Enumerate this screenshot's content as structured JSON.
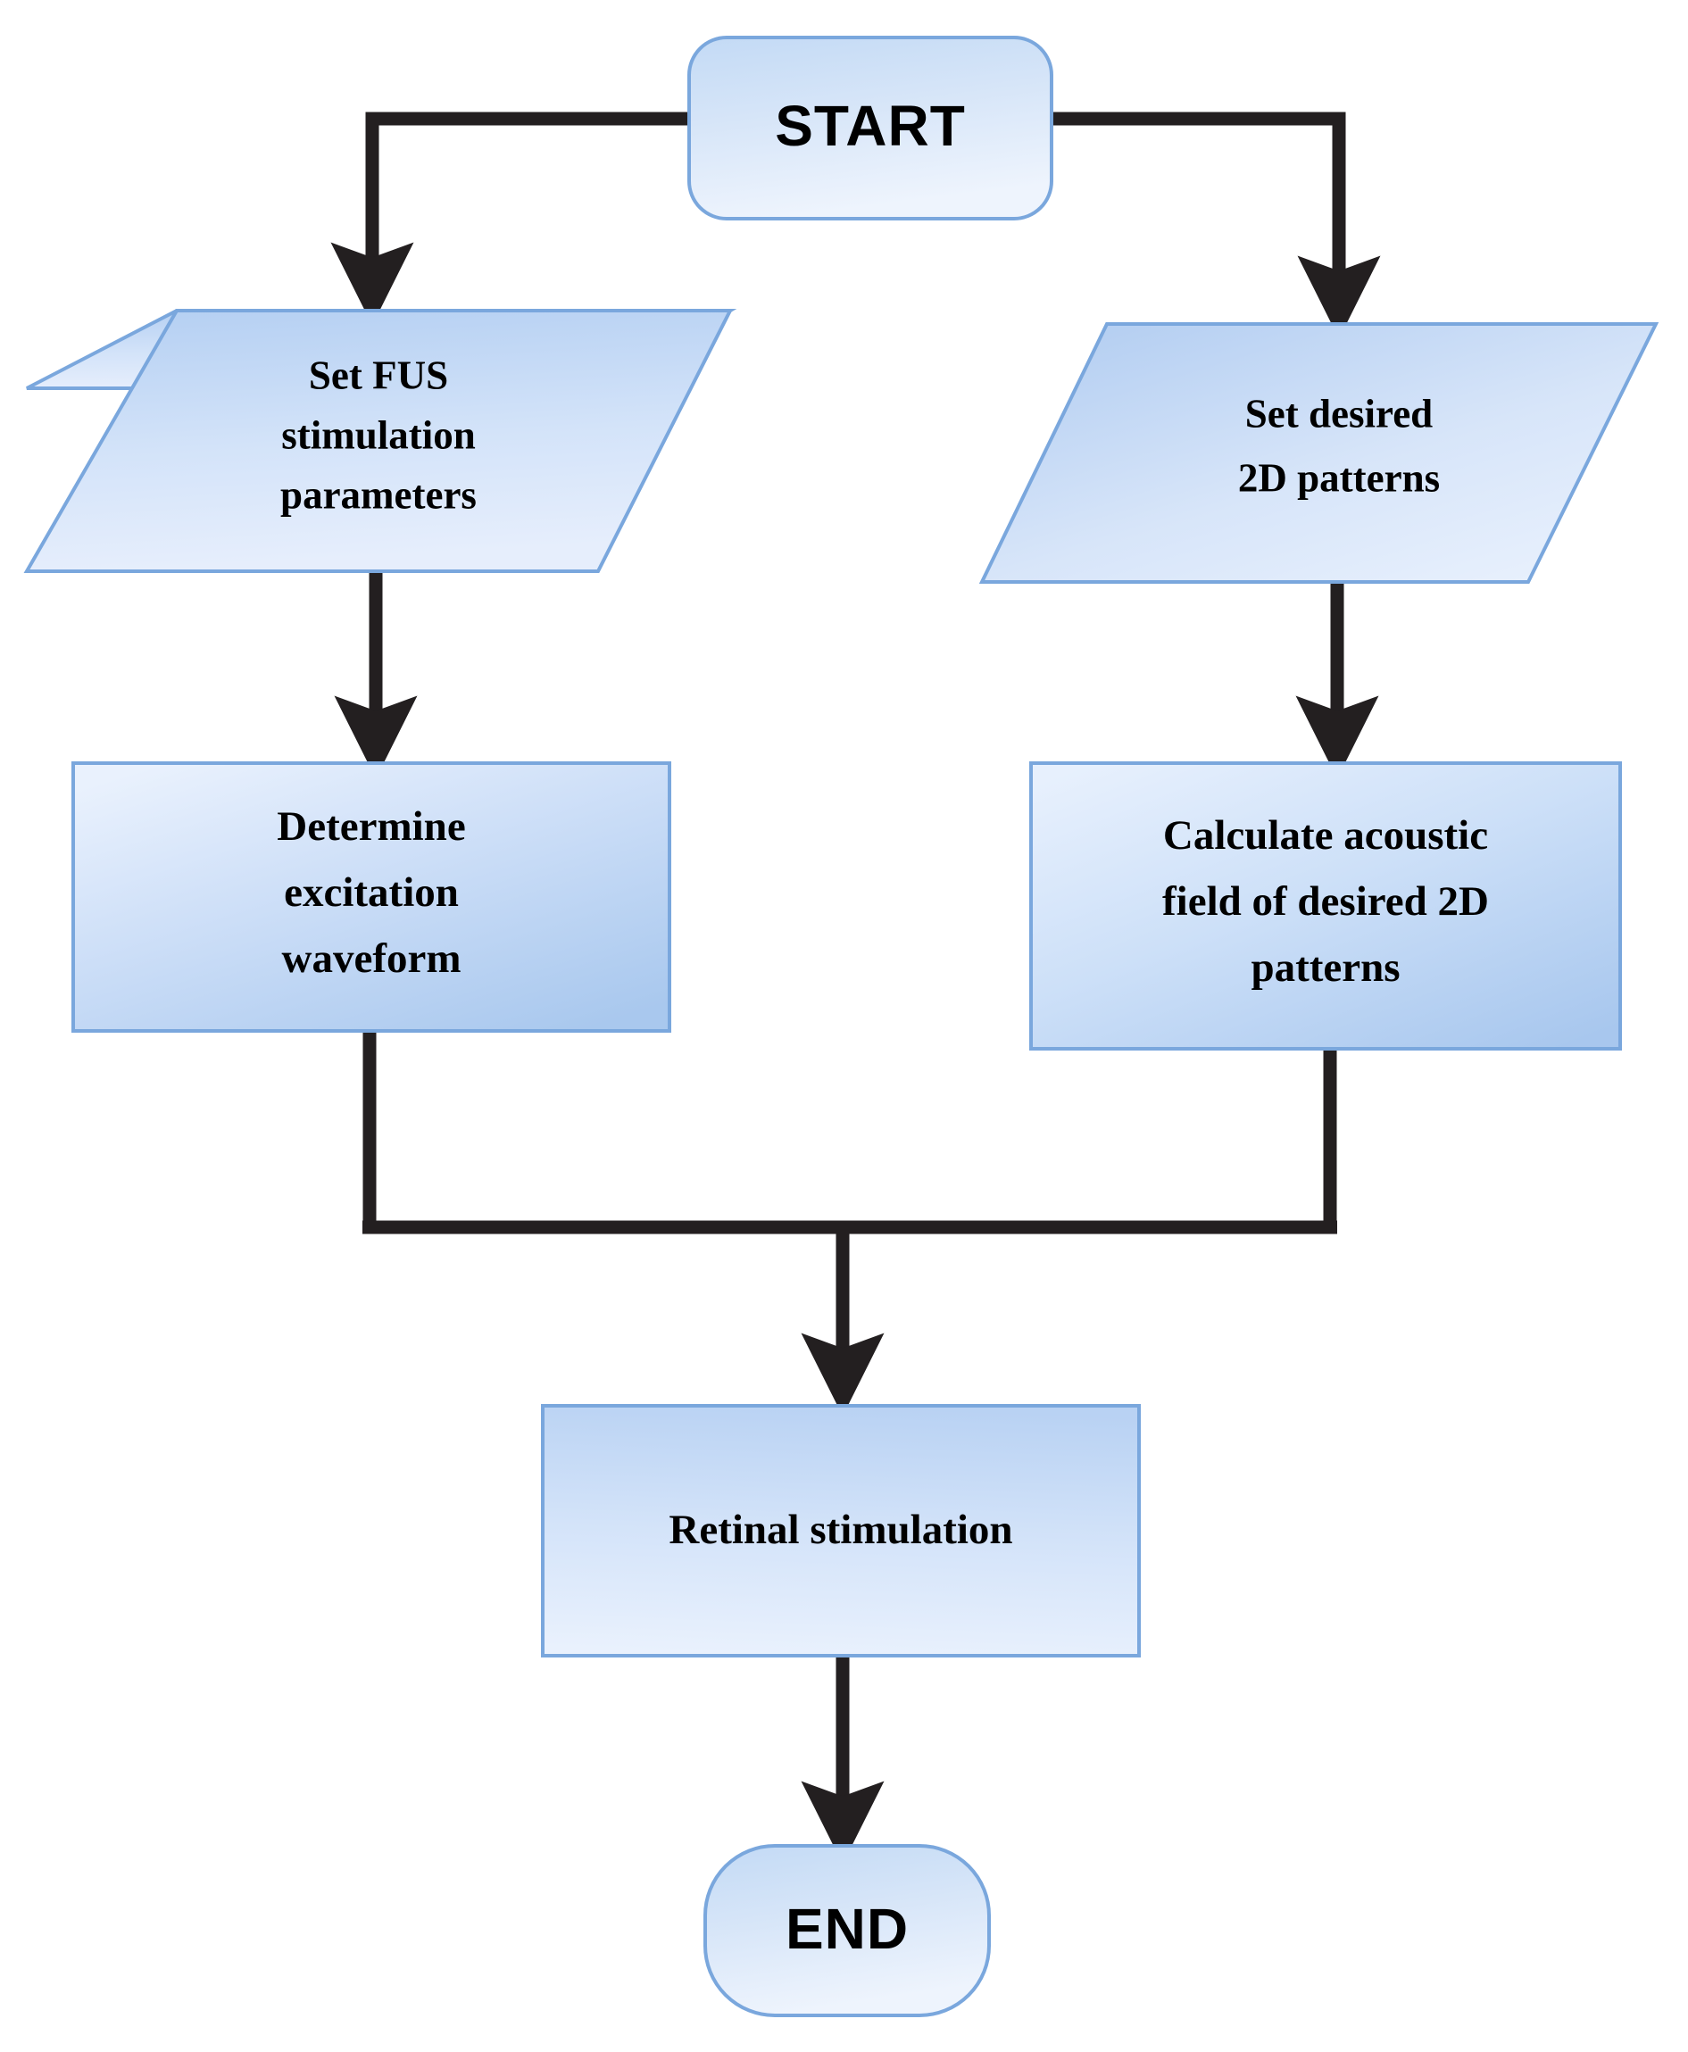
{
  "diagram": {
    "title": "FUS retinal stimulation workflow flowchart",
    "type": "flowchart",
    "orientation": "top-to-bottom",
    "colors": {
      "node_fill_light": "#e8f0fb",
      "node_fill_mid": "#c3d8f2",
      "node_fill_deep": "#aac9ee",
      "node_border": "#7aa7dd",
      "connector": "#231f20",
      "background": "#ffffff",
      "text": "#000000"
    },
    "nodes": [
      {
        "id": "start",
        "shape": "terminator",
        "label": "START"
      },
      {
        "id": "set-fus-parameters",
        "shape": "parallelogram",
        "label_lines": [
          "Set FUS",
          "stimulation",
          "parameters"
        ]
      },
      {
        "id": "set-desired-patterns",
        "shape": "parallelogram",
        "label_lines": [
          "Set desired",
          "2D patterns"
        ]
      },
      {
        "id": "determine-waveform",
        "shape": "process",
        "label_lines": [
          "Determine",
          "excitation",
          "waveform"
        ]
      },
      {
        "id": "calculate-acoustic-field",
        "shape": "process",
        "label_lines": [
          "Calculate acoustic",
          "field of desired 2D",
          "patterns"
        ]
      },
      {
        "id": "retinal-stimulation",
        "shape": "process",
        "label_lines": [
          "Retinal stimulation"
        ]
      },
      {
        "id": "end",
        "shape": "terminator",
        "label": "END"
      }
    ],
    "edges": [
      {
        "from": "start",
        "to": "set-fus-parameters",
        "style": "elbow-left"
      },
      {
        "from": "start",
        "to": "set-desired-patterns",
        "style": "elbow-right"
      },
      {
        "from": "set-fus-parameters",
        "to": "determine-waveform",
        "style": "straight"
      },
      {
        "from": "set-desired-patterns",
        "to": "calculate-acoustic-field",
        "style": "straight"
      },
      {
        "from": "determine-waveform",
        "to": "retinal-stimulation",
        "style": "merge-left"
      },
      {
        "from": "calculate-acoustic-field",
        "to": "retinal-stimulation",
        "style": "merge-right"
      },
      {
        "from": "retinal-stimulation",
        "to": "end",
        "style": "straight"
      }
    ]
  }
}
